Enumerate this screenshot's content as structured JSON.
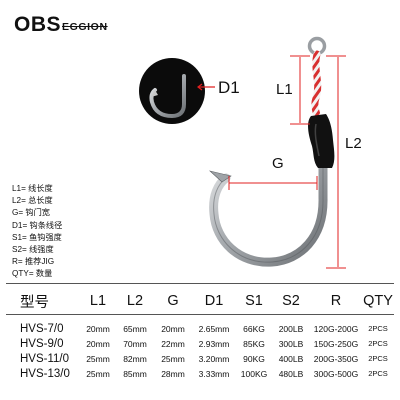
{
  "brand": {
    "big": "OBS",
    "small": "EGGION"
  },
  "labels": {
    "d1": "D1",
    "l1": "L1",
    "l2": "L2",
    "g": "G"
  },
  "legend": [
    "L1= 线长度",
    "L2= 总长度",
    "G= 钩门宽",
    "D1= 钩条线径",
    "S1= 鱼钩强度",
    "S2= 线强度",
    "R= 推荐JIG",
    "QTY= 数量"
  ],
  "table": {
    "headers": [
      "型号",
      "L1",
      "L2",
      "G",
      "D1",
      "S1",
      "S2",
      "R",
      "QTY"
    ],
    "rows": [
      [
        "HVS-7/0",
        "20mm",
        "65mm",
        "20mm",
        "2.65mm",
        "66KG",
        "200LB",
        "120G-200G",
        "2PCS"
      ],
      [
        "HVS-9/0",
        "20mm",
        "70mm",
        "22mm",
        "2.93mm",
        "85KG",
        "300LB",
        "150G-250G",
        "2PCS"
      ],
      [
        "HVS-11/0",
        "25mm",
        "82mm",
        "25mm",
        "3.20mm",
        "90KG",
        "400LB",
        "200G-350G",
        "2PCS"
      ],
      [
        "HVS-13/0",
        "25mm",
        "85mm",
        "28mm",
        "3.33mm",
        "100KG",
        "480LB",
        "300G-500G",
        "2PCS"
      ]
    ]
  },
  "colors": {
    "dimension_red": "#e02020",
    "assist_line_red": "#d83030",
    "tube_black": "#111111",
    "steel": "#b8bcc0"
  }
}
